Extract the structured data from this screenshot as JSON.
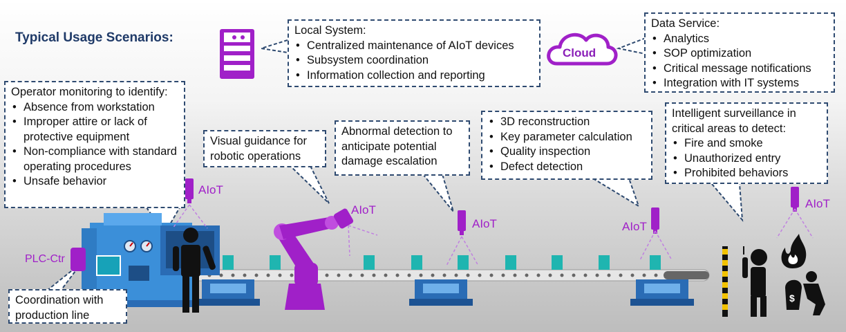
{
  "title": "Typical Usage Scenarios:",
  "local_system": {
    "heading": "Local System:",
    "items": [
      "Centralized maintenance of AIoT devices",
      "Subsystem coordination",
      "Information collection and reporting"
    ]
  },
  "cloud": {
    "label": "Cloud"
  },
  "data_service": {
    "heading": "Data Service:",
    "items": [
      "Analytics",
      "SOP optimization",
      "Critical message notifications",
      "Integration with IT systems"
    ]
  },
  "operator": {
    "heading": "Operator monitoring to identify:",
    "items": [
      "Absence from workstation",
      "Improper attire or lack of protective equipment",
      "Non-compliance with standard operating procedures",
      "Unsafe behavior"
    ]
  },
  "visual_guidance": {
    "text": "Visual guidance for robotic operations"
  },
  "abnormal": {
    "text": "Abnormal detection to anticipate potential damage escalation"
  },
  "reconstruction": {
    "items": [
      "3D reconstruction",
      "Key parameter calculation",
      "Quality inspection",
      "Defect detection"
    ]
  },
  "surveillance": {
    "heading": "Intelligent surveillance in critical areas to detect:",
    "items": [
      "Fire and smoke",
      "Unauthorized entry",
      "Prohibited behaviors"
    ]
  },
  "coordination": {
    "text": "Coordination with production line"
  },
  "plc_label": "PLC-Ctr",
  "aiot_label": "AIoT",
  "colors": {
    "accent": "#a020c8",
    "title": "#1f3a68",
    "machine": "#3b8fd9",
    "belt": "#2a6cb5",
    "box": "#1fb5b0"
  }
}
